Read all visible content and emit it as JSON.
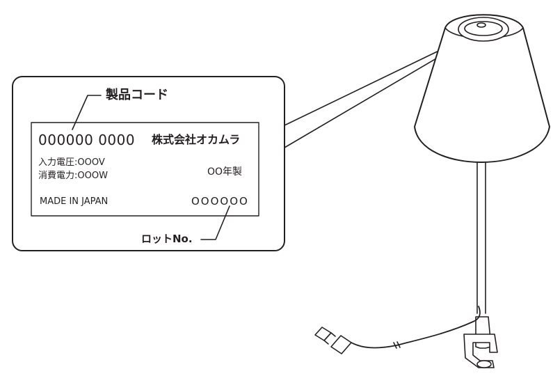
{
  "callout": {
    "product_code_title": "製品コード",
    "lot_title": "ロットNo."
  },
  "label": {
    "product_code": "000000 0000",
    "manufacturer": "株式会社オカムラ",
    "input_voltage": "入力電圧:OOOV",
    "power_consumption": "消費電力:OOOW",
    "year_made": "OO年製",
    "origin": "MADE IN JAPAN",
    "lot_number": "OOOOOO"
  },
  "colors": {
    "line": "#231f20",
    "background": "#ffffff"
  },
  "illustration": {
    "object": "clamp-desk-lamp",
    "parts": [
      "lamp-shade",
      "top-cap",
      "pole",
      "clamp",
      "usb-cable",
      "usb-connector"
    ]
  }
}
